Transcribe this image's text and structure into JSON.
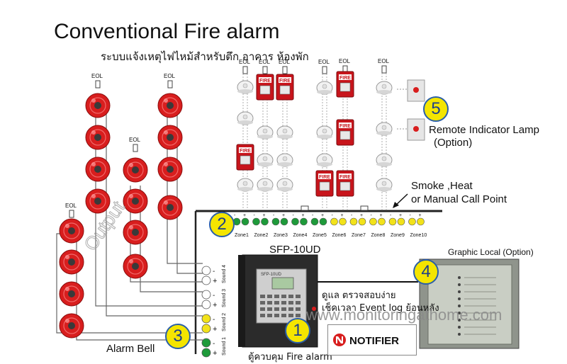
{
  "title": "Conventional Fire alarm",
  "subtitle": "ระบบแจ้งเหตุไฟไหม้สำหรับตึก อาคาร ห้องพัก",
  "eol_label": "EOL",
  "fire_label": "FIRE",
  "panel": {
    "model": "SFP-10UD",
    "caption": "ตู้ควบคุม Fire alarm",
    "note_line1": "ดูแล ตรวจสอบง่าย",
    "note_line2": "เช็คเวลา Event log ย้อนหลัง"
  },
  "labels": {
    "alarm_bell": "Alarm Bell",
    "detectors_line1": "Smoke ,Heat",
    "detectors_line2": "or Manual Call Point",
    "remote_lamp_line1": "Remote Indicator Lamp",
    "remote_lamp_line2": "(Option)",
    "graphic_local": "Graphic Local (Option)"
  },
  "badges": [
    "1",
    "2",
    "3",
    "4",
    "5"
  ],
  "zones": [
    "Zone1",
    "Zone2",
    "Zone3",
    "Zone4",
    "Zone5",
    "Zone6",
    "Zone7",
    "Zone8",
    "Zone9",
    "Zone10"
  ],
  "sounds": [
    "Sound 4",
    "Sound 3",
    "Sound 2",
    "Sound 1"
  ],
  "brand": "NOTIFIER",
  "website": "www.monitoringathome.com",
  "watermark_text": "Output",
  "colors": {
    "bell_red": "#d81e1e",
    "zone_green": "#1e9a3a",
    "zone_yellow": "#f2e21a",
    "badge_yellow": "#f4e500",
    "badge_border": "#2a5fa8",
    "panel_dark": "#2b2b2b",
    "wire": "#555555"
  }
}
